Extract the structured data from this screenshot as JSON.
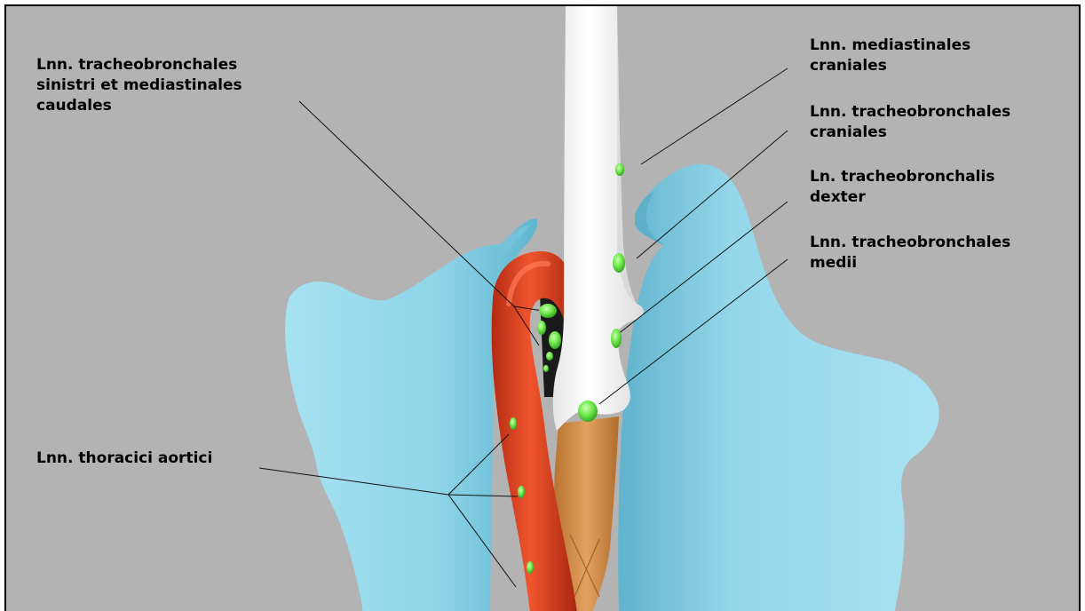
{
  "labels": {
    "tb_sinistri": "Lnn. tracheobronchales\nsinistri et mediastinales\ncaudales",
    "thoracici": "Lnn. thoracici aortici",
    "mediastinales_craniales": "Lnn. mediastinales\ncraniales",
    "tb_craniales": "Lnn. tracheobronchales\ncraniales",
    "tb_dexter": "Ln. tracheobronchalis\ndexter",
    "tb_medii": "Lnn. tracheobronchales\nmedii"
  },
  "colors": {
    "background": "#b3b3b3",
    "lung": "#8fd4e8",
    "aorta": "#e0401f",
    "trachea": "#ffffff",
    "esophagus": "#d99a5a",
    "lymph_node": "#6ee84a"
  }
}
